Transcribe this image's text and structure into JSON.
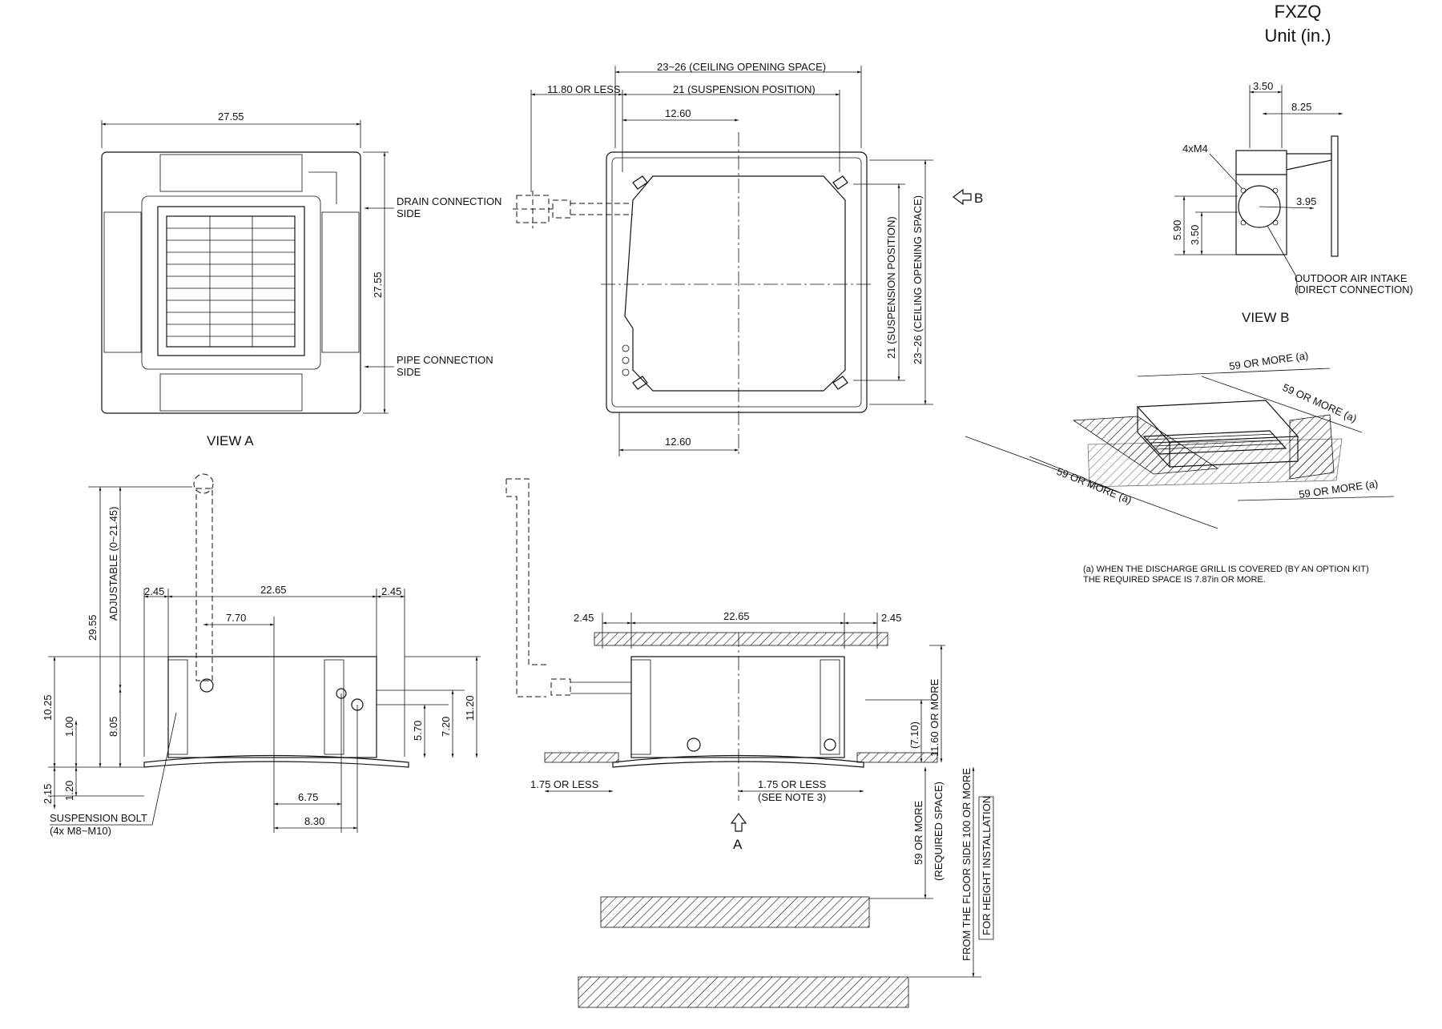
{
  "header": {
    "model": "FXZQ",
    "unit": "Unit (in.)"
  },
  "view_a": {
    "title": "VIEW A",
    "width_dim": "27.55",
    "height_dim": "27.55",
    "drain_label": "DRAIN CONNECTION",
    "drain_side": "SIDE",
    "pipe_label": "PIPE CONNECTION",
    "pipe_side": "SIDE"
  },
  "top_view": {
    "ceiling_opening": "23~26 (CEILING OPENING SPACE)",
    "or_less": "11.80  OR LESS",
    "suspension": "21 (SUSPENSION POSITION)",
    "dim_top_half": "12.60",
    "dim_bottom_half": "12.60",
    "arrow_b": "B",
    "v_suspension": "21 (SUSPENSION POSITION)",
    "v_ceiling": "23~26 (CEILING OPENING SPACE)"
  },
  "view_b": {
    "title": "VIEW B",
    "d350_top": "3.50",
    "d825": "8.25",
    "d4xm4": "4xM4",
    "d395": "3.95",
    "d590": "5.90",
    "d350_side": "3.50",
    "intake_1": "OUTDOOR AIR INTAKE",
    "intake_2": "(DIRECT CONNECTION)"
  },
  "install_space": {
    "more_1": "59 OR MORE (a)",
    "more_2": "59 OR MORE (a)",
    "more_3": "59 OR MORE (a)",
    "more_4": "59 OR MORE (a)",
    "note_1": "(a) WHEN THE DISCHARGE GRILL IS COVERED (BY AN OPTION KIT)",
    "note_2": "THE REQUIRED SPACE IS 7.87in OR MORE."
  },
  "side_left": {
    "d2955": "29.55",
    "adjustable": "ADJUSTABLE (0~21.45)",
    "d245_l": "2.45",
    "d2265": "22.65",
    "d245_r": "2.45",
    "d770": "7.70",
    "d1025": "10.25",
    "d100": "1.00",
    "d805": "8.05",
    "d570": "5.70",
    "d720": "7.20",
    "d1120": "11.20",
    "d215": "2.15",
    "d120": "1.20",
    "d675": "6.75",
    "d830": "8.30",
    "bolt_1": "SUSPENSION BOLT",
    "bolt_2": "(4x M8~M10)"
  },
  "side_right": {
    "d245_l": "2.45",
    "d2265": "22.65",
    "d245_r": "2.45",
    "d1160": "11.60  OR MORE",
    "d710": "(7.10)",
    "less_l": "1.75  OR LESS",
    "less_r": "1.75  OR LESS",
    "note3": "(SEE NOTE 3)",
    "arrow_a": "A",
    "d59": "59  OR MORE",
    "req": "(REQUIRED SPACE)",
    "floor": "FROM THE FLOOR SIDE 100  OR MORE",
    "height": "FOR HEIGHT INSTALLATION"
  }
}
